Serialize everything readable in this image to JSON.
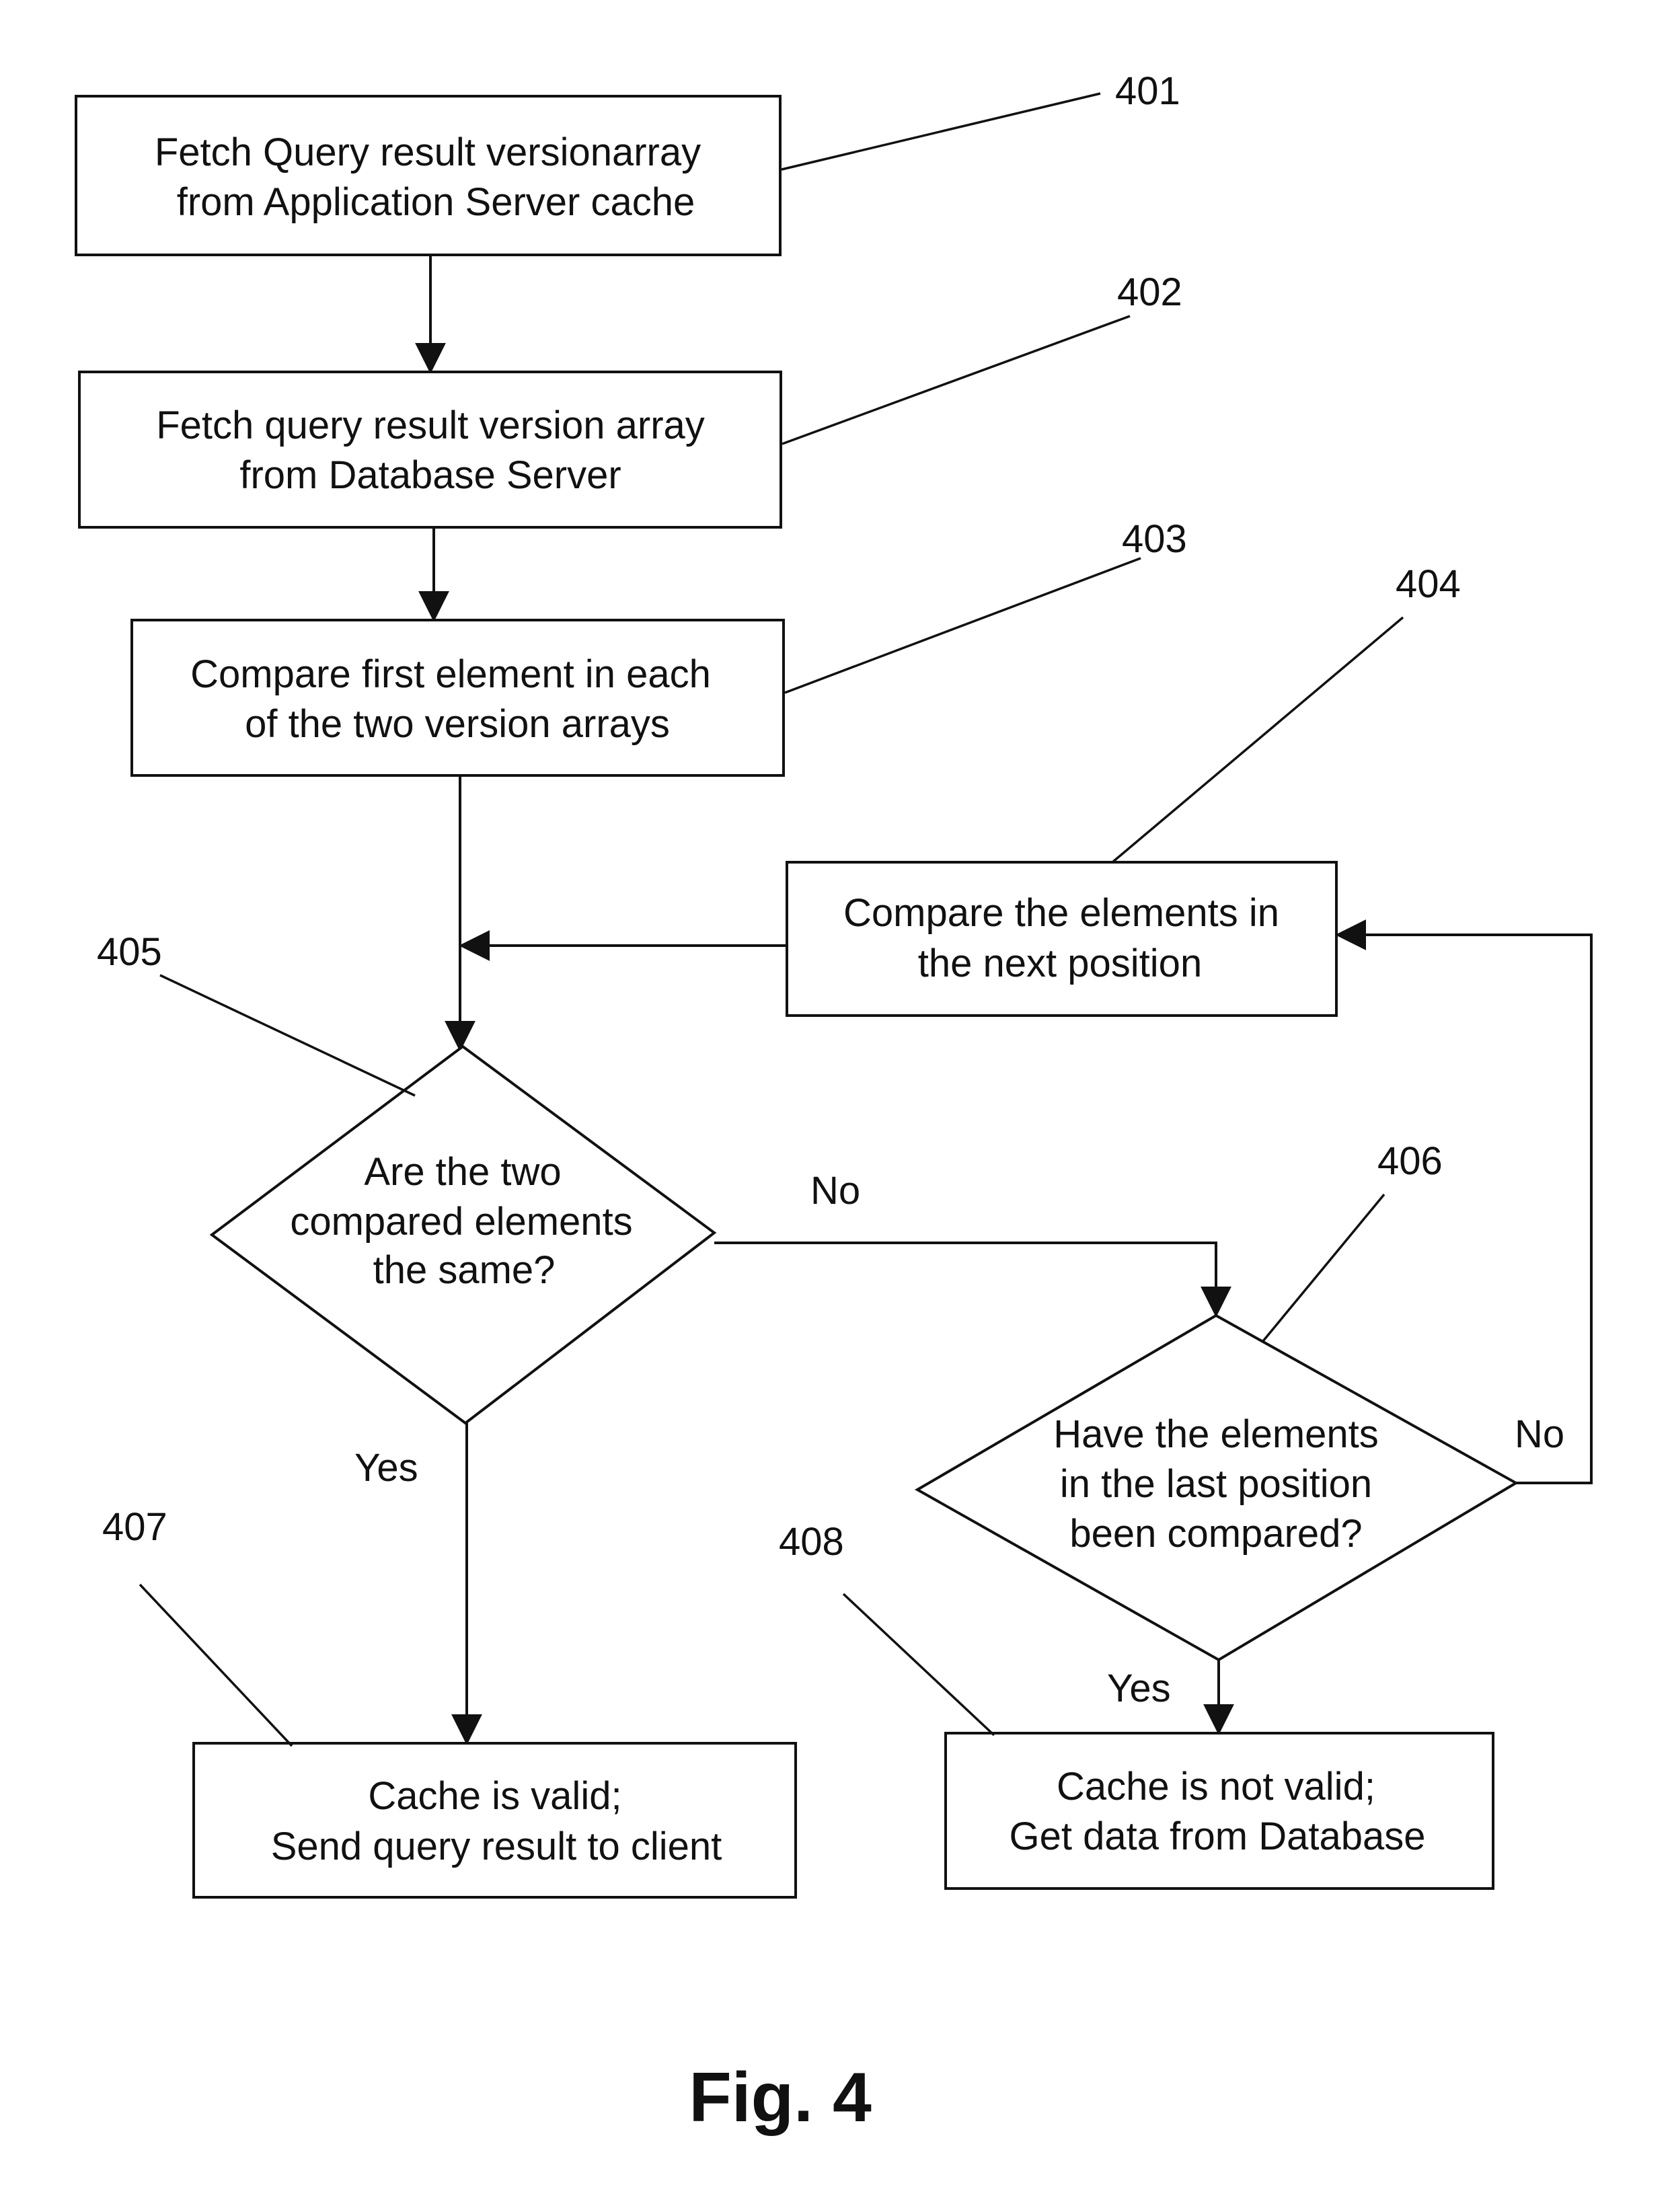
{
  "figure_label": "Fig. 4",
  "steps": {
    "s401": {
      "ref": "401",
      "lines": [
        "Fetch Query result versionarray",
        "from Application Server cache"
      ]
    },
    "s402": {
      "ref": "402",
      "lines": [
        "Fetch query result version array",
        "from Database Server"
      ]
    },
    "s403": {
      "ref": "403",
      "lines": [
        "Compare first element in each",
        "of the two version arrays"
      ]
    },
    "s404": {
      "ref": "404",
      "lines": [
        "Compare the elements in",
        "the next position"
      ]
    },
    "s405": {
      "ref": "405",
      "lines": [
        "Are the two",
        "compared elements",
        "the same?"
      ]
    },
    "s406": {
      "ref": "406",
      "lines": [
        "Have the elements",
        "in the last position",
        "been compared?"
      ]
    },
    "s407": {
      "ref": "407",
      "lines": [
        "Cache is valid;",
        "Send query result to client"
      ]
    },
    "s408": {
      "ref": "408",
      "lines": [
        "Cache is not valid;",
        "Get data from Database"
      ]
    }
  },
  "branch_labels": {
    "s405_no": "No",
    "s405_yes": "Yes",
    "s406_no": "No",
    "s406_yes": "Yes"
  }
}
